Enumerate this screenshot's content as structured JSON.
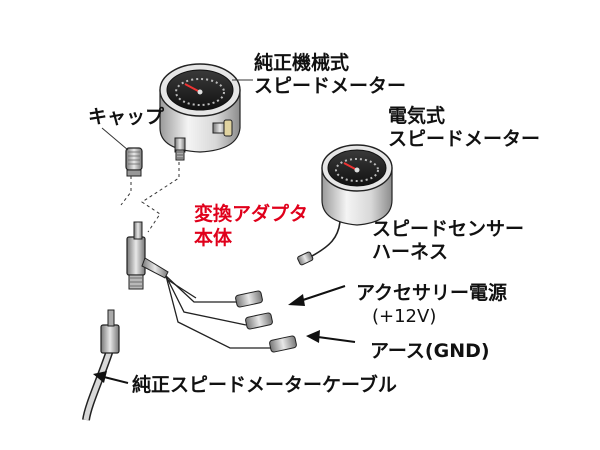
{
  "labels": {
    "stock_meter_line1": "純正機械式",
    "stock_meter_line2": "スピードメーター",
    "electric_meter_line1": "電気式",
    "electric_meter_line2": "スピードメーター",
    "cap": "キャップ",
    "adapter_line1": "変換アダプタ",
    "adapter_line2": "本体",
    "sensor_harness_line1": "スピードセンサー",
    "sensor_harness_line2": "ハーネス",
    "accessory_power_line1": "アクセサリー電源",
    "accessory_power_line2": "(+12V)",
    "ground": "アース(GND)",
    "stock_cable": "純正スピードメーターケーブル"
  },
  "colors": {
    "text": "#111111",
    "accent_red": "#e0001b",
    "line": "#222222",
    "metal": "#cfcfcf"
  }
}
